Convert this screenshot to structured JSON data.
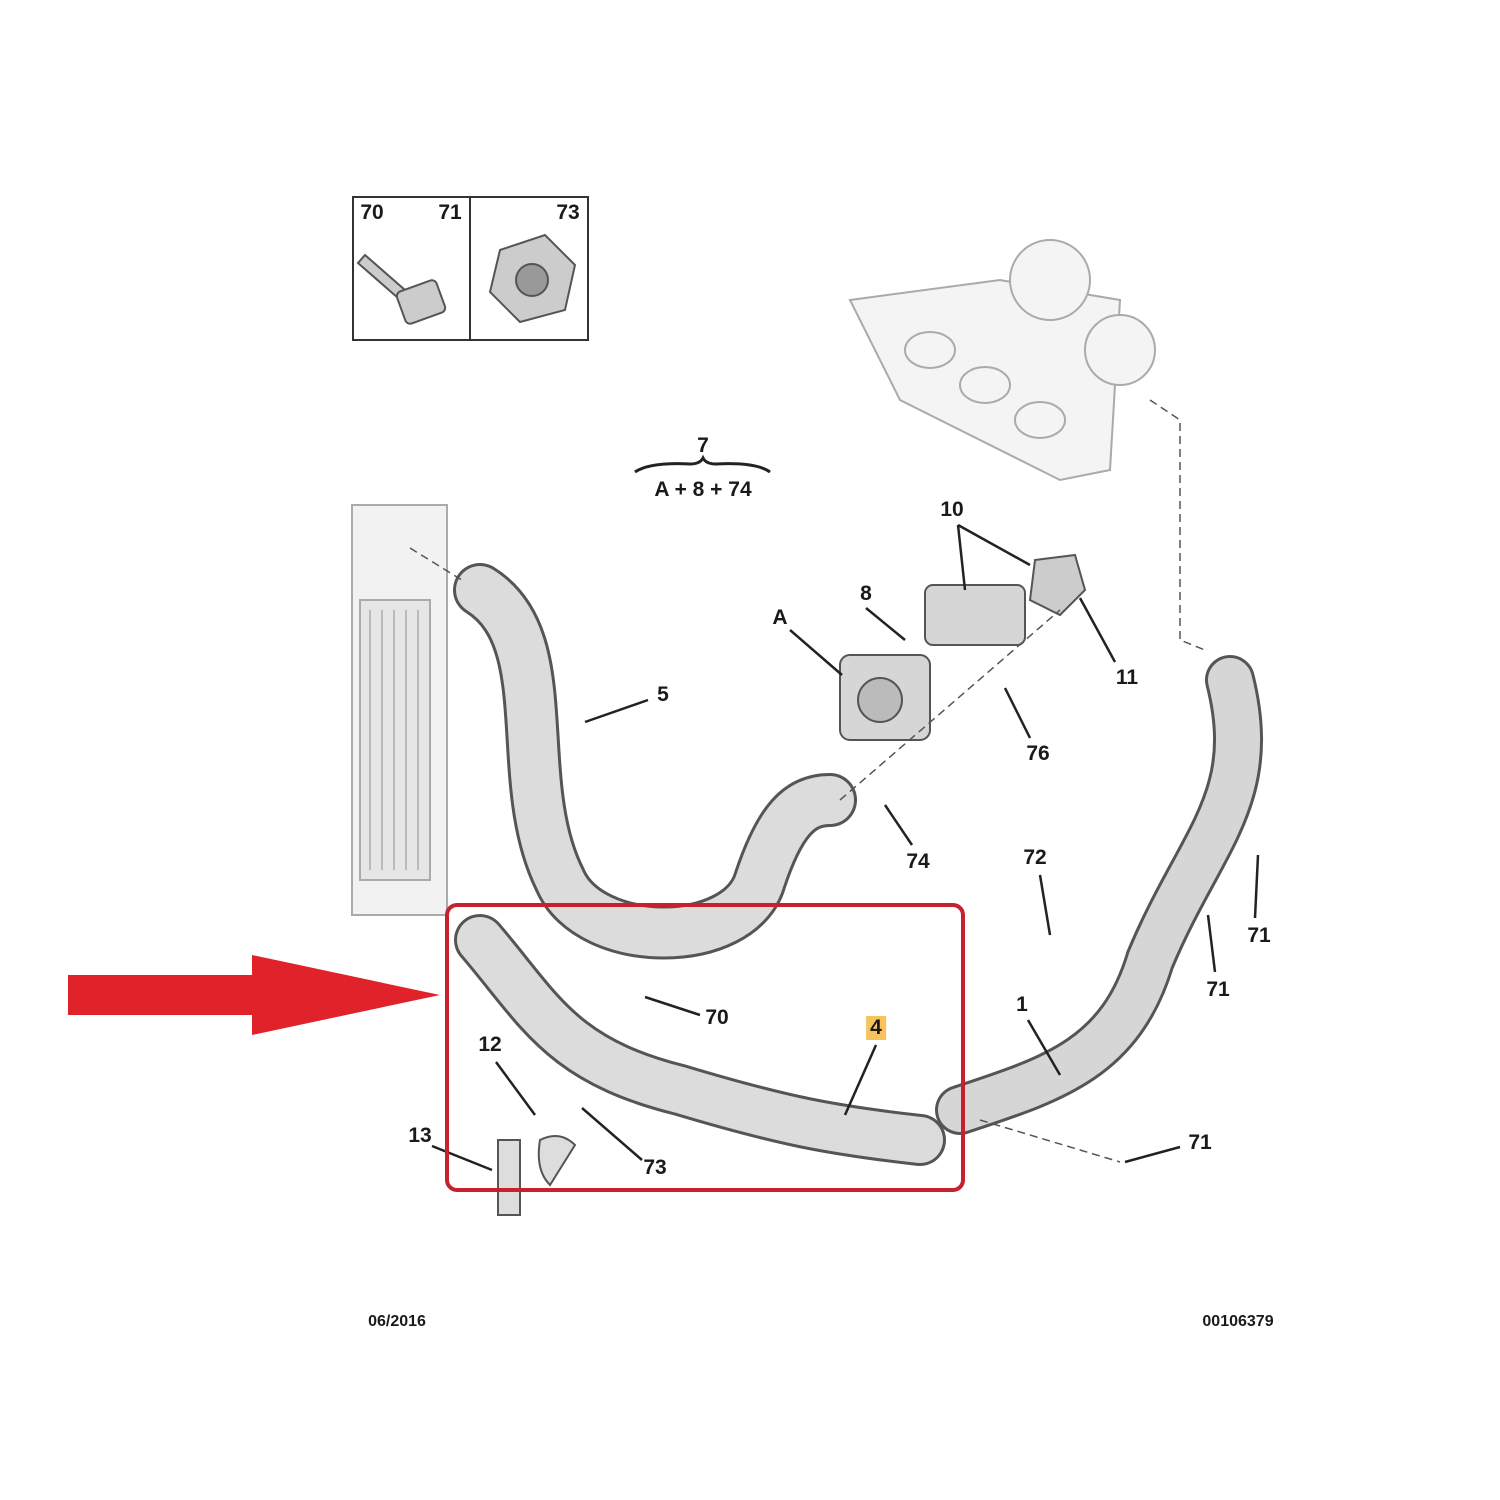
{
  "fastener_box": {
    "labels": [
      "70",
      "71",
      "73"
    ]
  },
  "assembly_note": {
    "parent": "7",
    "components": "A + 8 + 74"
  },
  "callouts": [
    {
      "id": "10",
      "name": "callout-10"
    },
    {
      "id": "8",
      "name": "callout-8"
    },
    {
      "id": "A",
      "name": "callout-a"
    },
    {
      "id": "11",
      "name": "callout-11"
    },
    {
      "id": "5",
      "name": "callout-5"
    },
    {
      "id": "76",
      "name": "callout-76"
    },
    {
      "id": "74",
      "name": "callout-74"
    },
    {
      "id": "72",
      "name": "callout-72"
    },
    {
      "id": "71",
      "name": "callout-71-a"
    },
    {
      "id": "71",
      "name": "callout-71-b"
    },
    {
      "id": "70",
      "name": "callout-70"
    },
    {
      "id": "4",
      "name": "callout-4-highlighted"
    },
    {
      "id": "1",
      "name": "callout-1"
    },
    {
      "id": "12",
      "name": "callout-12"
    },
    {
      "id": "13",
      "name": "callout-13"
    },
    {
      "id": "73",
      "name": "callout-73"
    },
    {
      "id": "71",
      "name": "callout-71-c"
    }
  ],
  "footer": {
    "date": "06/2016",
    "reference": "00106379"
  },
  "colors": {
    "highlight_box": "#c8202e",
    "arrow": "#e0222a",
    "callout_highlight": "#f7c35a",
    "part_fill": "#d9d9d9",
    "part_stroke": "#555555"
  }
}
